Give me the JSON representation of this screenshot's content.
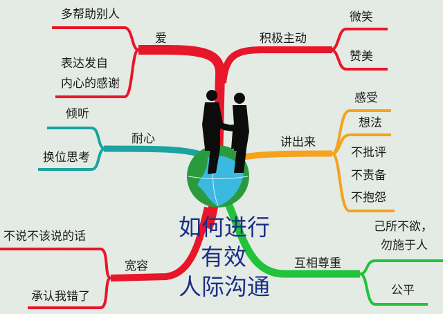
{
  "center": {
    "line1": "如何进行",
    "line2": "有效",
    "line3": "人际沟通"
  },
  "branches": {
    "love": {
      "label": "爱",
      "items": [
        "多帮助别人",
        "表达发自",
        "内心的感谢"
      ],
      "color": "#e8162a"
    },
    "proactive": {
      "label": "积极主动",
      "items": [
        "微笑",
        "赞美"
      ],
      "color": "#e8162a"
    },
    "patience": {
      "label": "耐心",
      "items": [
        "倾听",
        "换位思考"
      ],
      "color": "#1aa3a0"
    },
    "speak": {
      "label": "讲出来",
      "items": [
        "感受",
        "想法",
        "不批评",
        "不责备",
        "不抱怨"
      ],
      "color": "#f5a21c"
    },
    "tolerance": {
      "label": "宽容",
      "items": [
        "不说不该说的话",
        "承认我错了"
      ],
      "color": "#e8162a"
    },
    "respect": {
      "label": "互相尊重",
      "items": [
        "己所不欲，",
        "勿施于人",
        "公平"
      ],
      "color": "#22c23a"
    }
  },
  "icons": [
    "globe-icon",
    "handshake-silhouette-icon"
  ]
}
